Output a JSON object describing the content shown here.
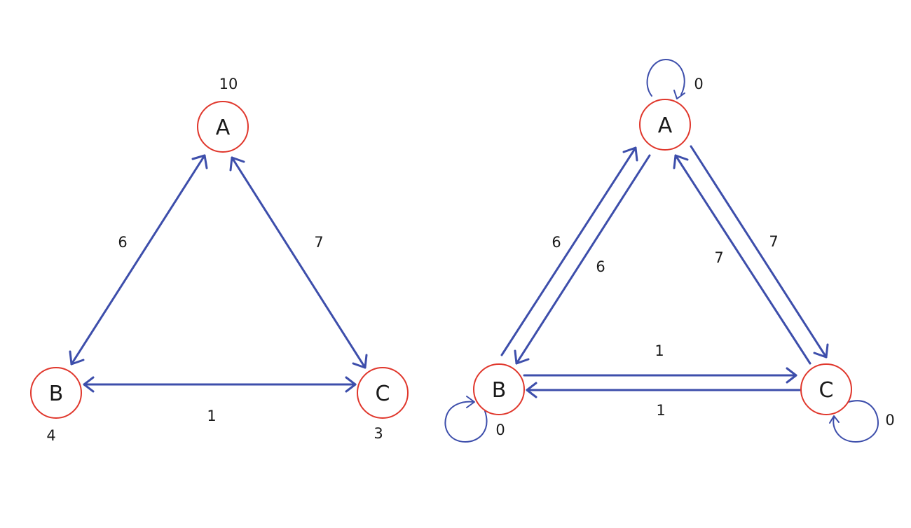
{
  "colors": {
    "node_stroke": "#e0372c",
    "edge": "#3d4eab",
    "text": "#1a1a1a"
  },
  "left_graph": {
    "nodes": {
      "a": "A",
      "b": "B",
      "c": "C"
    },
    "node_values": {
      "a": "10",
      "b": "4",
      "c": "3"
    },
    "edges": {
      "ab": "6",
      "ac": "7",
      "bc": "1"
    }
  },
  "right_graph": {
    "nodes": {
      "a": "A",
      "b": "B",
      "c": "C"
    },
    "edges": {
      "b_to_a": "6",
      "a_to_b": "6",
      "c_to_a": "7",
      "a_to_c": "7",
      "b_to_c": "1",
      "c_to_b": "1"
    },
    "self_loops": {
      "a": "0",
      "b": "0",
      "c": "0"
    }
  }
}
